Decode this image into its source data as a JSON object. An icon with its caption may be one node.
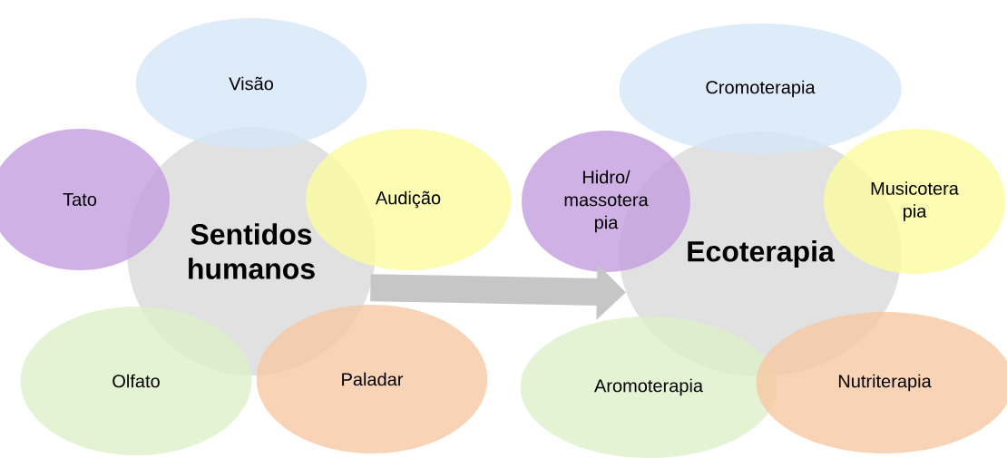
{
  "diagram": {
    "nodes": [
      {
        "text": [
          "Sentidos humanos"
        ]
      },
      {
        "text": [
          "Visão"
        ]
      },
      {
        "text": [
          "Tato"
        ]
      },
      {
        "text": [
          "Audição"
        ]
      },
      {
        "text": [
          "Olfato"
        ]
      },
      {
        "text": [
          "Paladar"
        ]
      },
      {
        "text": [
          "Ecoterapia"
        ]
      },
      {
        "text": [
          "Cromoterapia"
        ]
      },
      {
        "text": [
          "Hidro/ massotera pia"
        ]
      },
      {
        "text": [
          "Musicotera pia"
        ]
      },
      {
        "text": [
          "Aromoterapia"
        ]
      },
      {
        "text": [
          "Nutriterapia"
        ]
      }
    ],
    "edges": [
      {
        "from": 0,
        "to": 6,
        "arrow": "to"
      }
    ]
  }
}
